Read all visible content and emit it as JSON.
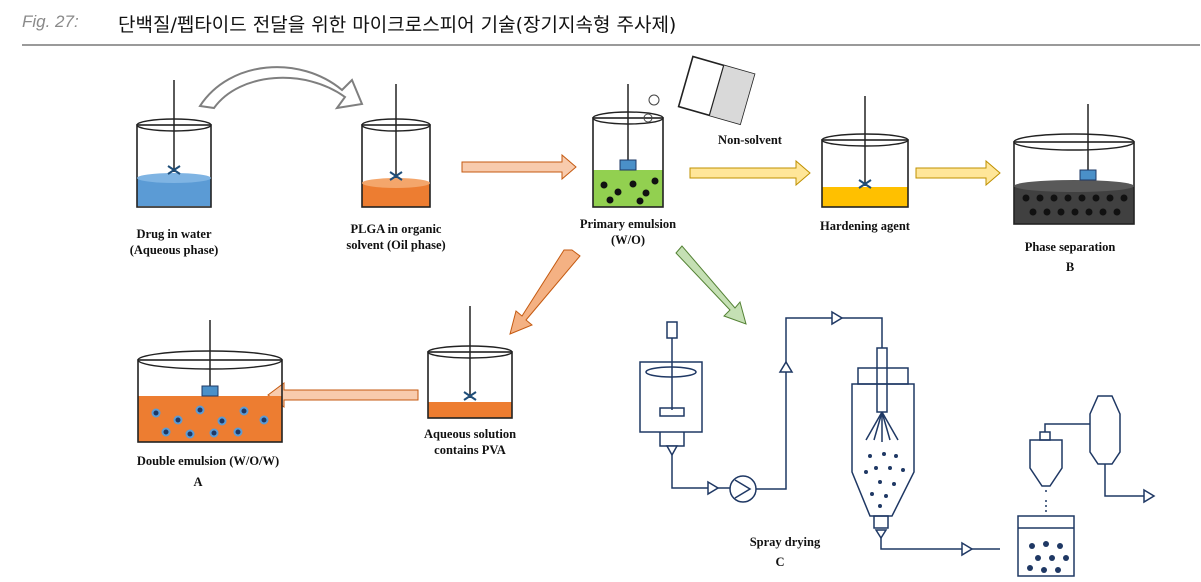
{
  "figure": {
    "number": "Fig. 27:",
    "title": "단백질/펩타이드 전달을 위한 마이크로스피어 기술(장기지속형 주사제)"
  },
  "labels": {
    "drug_water_1": "Drug in water",
    "drug_water_2": "(Aqueous phase)",
    "plga_1": "PLGA in organic",
    "plga_2": "solvent (Oil phase)",
    "primary_1": "Primary emulsion",
    "primary_2": "(W/O)",
    "non_solvent": "Non-solvent",
    "hardening": "Hardening agent",
    "phase_sep": "Phase separation",
    "route_b": "B",
    "aqueous_1": "Aqueous solution",
    "aqueous_2": "contains PVA",
    "double_1": "Double emulsion (W/O/W)",
    "route_a": "A",
    "spray": "Spray drying",
    "route_c": "C"
  },
  "colors": {
    "aqueous": "#5b9bd5",
    "oil": "#ed7d31",
    "emulsion": "#92d050",
    "hardening": "#ffc000",
    "separation": "#404040",
    "arrow_peach": "#f8cbad",
    "arrow_yellow": "#ffe699",
    "arrow_green": "#c5e0b4",
    "arrow_orange": "#f4b183",
    "line_blue": "#1f3864",
    "rule": "#9a9a9a"
  }
}
